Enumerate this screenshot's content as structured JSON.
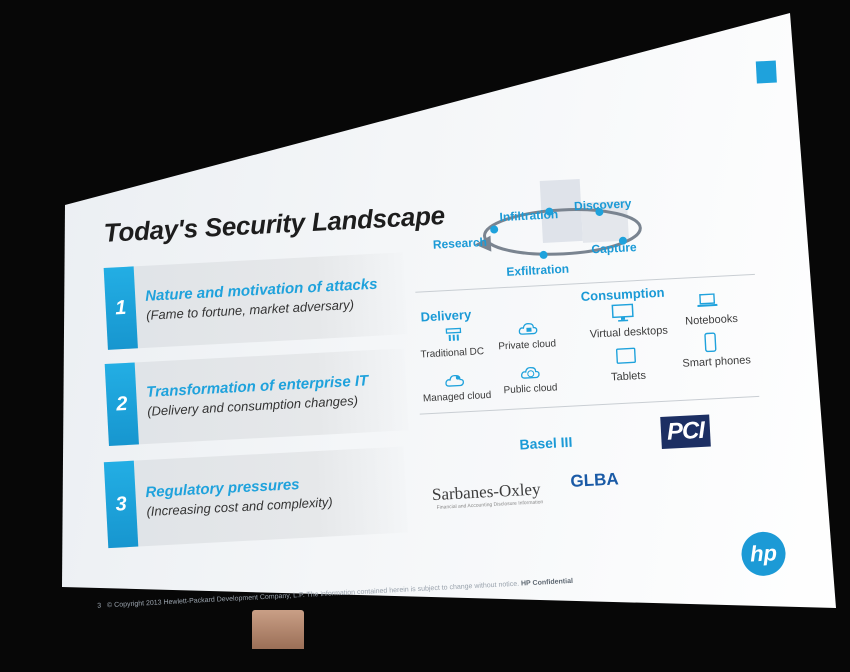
{
  "slide": {
    "title": "Today's Security Landscape",
    "rows": [
      {
        "number": "1",
        "title": "Nature and motivation of attacks",
        "subtitle": "(Fame to fortune, market adversary)"
      },
      {
        "number": "2",
        "title": "Transformation of enterprise IT",
        "subtitle": "(Delivery and consumption changes)"
      },
      {
        "number": "3",
        "title": "Regulatory pressures",
        "subtitle": "(Increasing cost and complexity)"
      }
    ],
    "attack_cycle": {
      "stages": [
        "Research",
        "Infiltration",
        "Discovery",
        "Capture",
        "Exfiltration"
      ]
    },
    "delivery": {
      "heading": "Delivery",
      "items": [
        {
          "label": "Traditional DC",
          "icon": "server-icon"
        },
        {
          "label": "Private cloud",
          "icon": "lock-cloud-icon"
        },
        {
          "label": "Managed cloud",
          "icon": "cloud-person-icon"
        },
        {
          "label": "Public cloud",
          "icon": "globe-cloud-icon"
        }
      ]
    },
    "consumption": {
      "heading": "Consumption",
      "items": [
        {
          "label": "Virtual desktops",
          "icon": "monitor-icon"
        },
        {
          "label": "Notebooks",
          "icon": "laptop-icon"
        },
        {
          "label": "Tablets",
          "icon": "tablet-icon"
        },
        {
          "label": "Smart phones",
          "icon": "phone-icon"
        }
      ]
    },
    "regulations": {
      "basel": "Basel III",
      "pci": "PCI",
      "sox": "Sarbanes-Oxley",
      "sox_tagline": "Financial and Accounting Disclosure Information",
      "glba": "GLBA"
    },
    "footer": {
      "page": "3",
      "text": "© Copyright 2013 Hewlett-Packard Development Company, L.P.  The information contained herein is subject to change without notice.",
      "confidential": "HP Confidential"
    },
    "logo": "hp",
    "colors": {
      "accent": "#1fa2dc",
      "background": "#070707",
      "panel": "#e3e6e9",
      "text": "#1d1d1d"
    }
  }
}
